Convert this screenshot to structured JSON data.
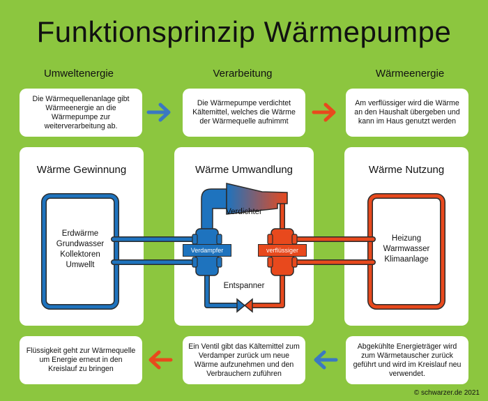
{
  "title": "Funktionsprinzip Wärmepumpe",
  "columns": [
    "Umweltenergie",
    "Verarbeitung",
    "Wärmeenergie"
  ],
  "top_boxes": [
    "Die Wärmequellenanlage gibt Wärmeenergie an die Wärmepumpe zur weiterverarbeitung ab.",
    "Die Wärmepumpe verdichtet Kältemittel, welches die Wärme der Wärmequelle aufnimmt",
    "Am verflüssiger wird die Wärme an den Haushalt übergeben und kann im Haus genutzt werden"
  ],
  "panels": {
    "left": {
      "title": "Wärme Gewinnung",
      "lines": [
        "Erdwärme",
        "Grundwasser",
        "Kollektoren",
        "Umwellt"
      ]
    },
    "middle": {
      "title": "Wärme Umwandlung",
      "verdichter": "Verdichter",
      "entspanner": "Entspanner",
      "verdampfer": "Verdampfer",
      "verfluessiger": "verflüssiger"
    },
    "right": {
      "title": "Wärme Nutzung",
      "lines": [
        "Heizung",
        "Warmwasser",
        "Klimaanlage"
      ]
    }
  },
  "bottom_boxes": [
    "Flüssigkeit geht zur Wärmequelle um Energie erneut in den Kreislauf zu bringen",
    "Ein Ventil gibt das Kältemittel zum Verdamper zurück um neue Wärme aufzunehmen und den Verbrauchern zuführen",
    "Abgekühlte Energieträger wird zum Wärmetauscher zurück geführt und wird im Kreislauf neu verwendet."
  ],
  "colors": {
    "background": "#8cc63f",
    "blue": "#1e73be",
    "red": "#e8491d",
    "arrow_blue": "#3a78c2",
    "arrow_red": "#e8491d"
  },
  "copyright": "© schwarzer.de 2021"
}
